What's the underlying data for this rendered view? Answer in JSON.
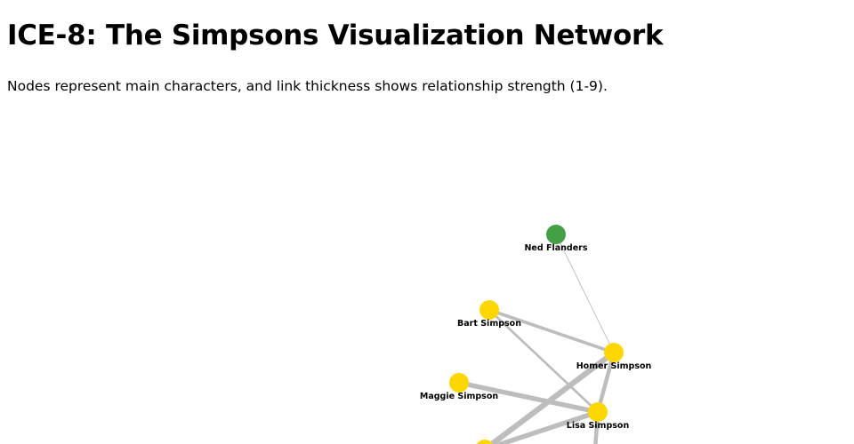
{
  "page": {
    "title": "ICE-8: The Simpsons Visualization Network",
    "subtitle": "Nodes represent main characters, and link thickness shows relationship strength (1-9)."
  },
  "colors": {
    "simpson": "#ffd700",
    "other": "#43a047",
    "link": "#bdbdbd"
  },
  "network": {
    "nodes": [
      {
        "id": "ned",
        "label": "Ned Flanders",
        "group": "other"
      },
      {
        "id": "bart",
        "label": "Bart Simpson",
        "group": "simpson"
      },
      {
        "id": "homer",
        "label": "Homer Simpson",
        "group": "simpson"
      },
      {
        "id": "maggie",
        "label": "Maggie Simpson",
        "group": "simpson"
      },
      {
        "id": "lisa",
        "label": "Lisa Simpson",
        "group": "simpson"
      },
      {
        "id": "offscreen1",
        "label": "",
        "group": "simpson"
      }
    ],
    "links": [
      {
        "source": "ned",
        "target": "homer",
        "strength": 1
      },
      {
        "source": "bart",
        "target": "homer",
        "strength": 4
      },
      {
        "source": "bart",
        "target": "lisa",
        "strength": 3
      },
      {
        "source": "maggie",
        "target": "lisa",
        "strength": 6
      },
      {
        "source": "homer",
        "target": "lisa",
        "strength": 5
      },
      {
        "source": "homer",
        "target": "offscreen1",
        "strength": 7
      },
      {
        "source": "lisa",
        "target": "offscreen1",
        "strength": 6
      },
      {
        "source": "lisa",
        "target": "offscreen2",
        "strength": 5
      }
    ]
  }
}
